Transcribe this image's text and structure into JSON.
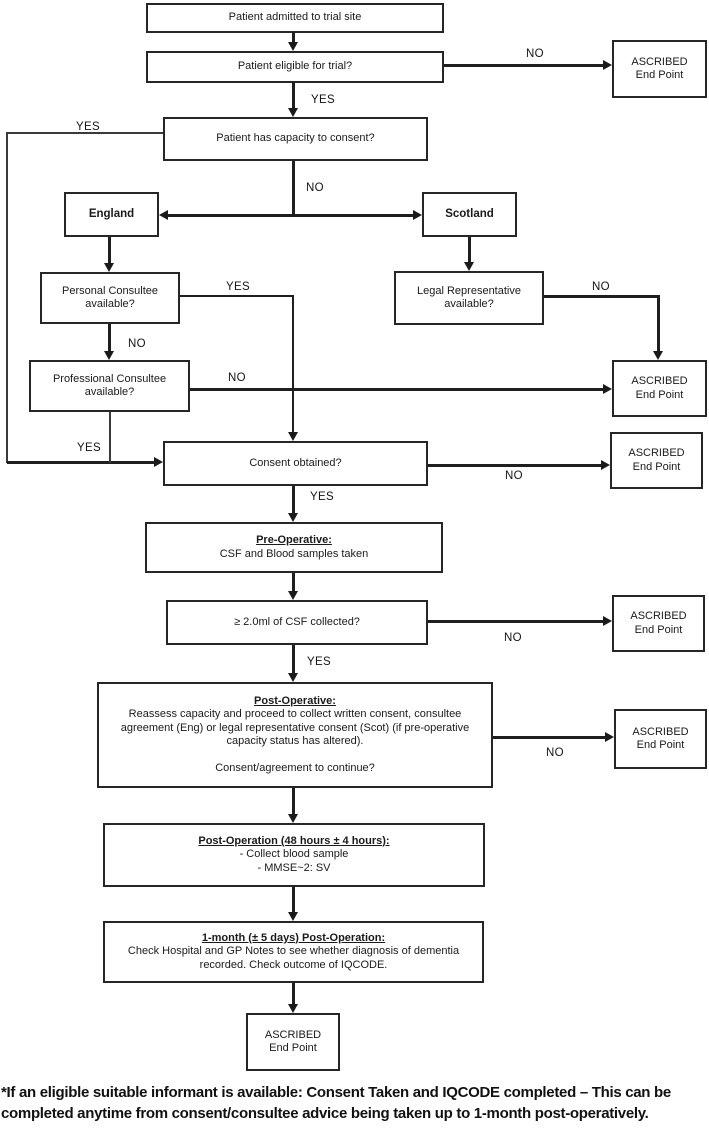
{
  "diagram": {
    "labels": {
      "yes": "YES",
      "no": "NO"
    },
    "endpoint": {
      "line1": "ASCRIBED",
      "line2": "End Point"
    },
    "nodes": {
      "admitted": {
        "text": "Patient admitted to trial site"
      },
      "eligible": {
        "text": "Patient eligible for trial?"
      },
      "capacity": {
        "text": "Patient has capacity to consent?"
      },
      "england": {
        "text": "England"
      },
      "scotland": {
        "text": "Scotland"
      },
      "personal_consultee": {
        "text": "Personal Consultee available?"
      },
      "legal_representative": {
        "text": "Legal Representative available?"
      },
      "professional_consultee": {
        "text": "Professional Consultee available?"
      },
      "consent_obtained": {
        "text": "Consent obtained?"
      },
      "pre_operative": {
        "title": "Pre-Operative:",
        "body": "CSF and Blood samples taken"
      },
      "csf_collected": {
        "text": "≥ 2.0ml of CSF collected?"
      },
      "post_operative": {
        "title": "Post-Operative:",
        "body": "Reassess capacity and proceed to collect written consent, consultee agreement (Eng) or legal representative consent (Scot) (if pre-operative capacity status has altered).",
        "question": "Consent/agreement to continue?"
      },
      "post_operation_48h": {
        "title": "Post-Operation (48 hours ± 4 hours):",
        "item1": "- Collect blood sample",
        "item2": "- MMSE~2: SV"
      },
      "one_month": {
        "title": "1-month (± 5 days) Post-Operation:",
        "body": "Check Hospital and GP Notes to see whether diagnosis of dementia recorded. Check outcome of IQCODE."
      }
    },
    "footnote": {
      "line1": "*If an eligible suitable informant is available: Consent Taken and IQCODE completed – This can be",
      "line2": "completed anytime from consent/consultee advice being taken up to 1-month post-operatively."
    }
  }
}
